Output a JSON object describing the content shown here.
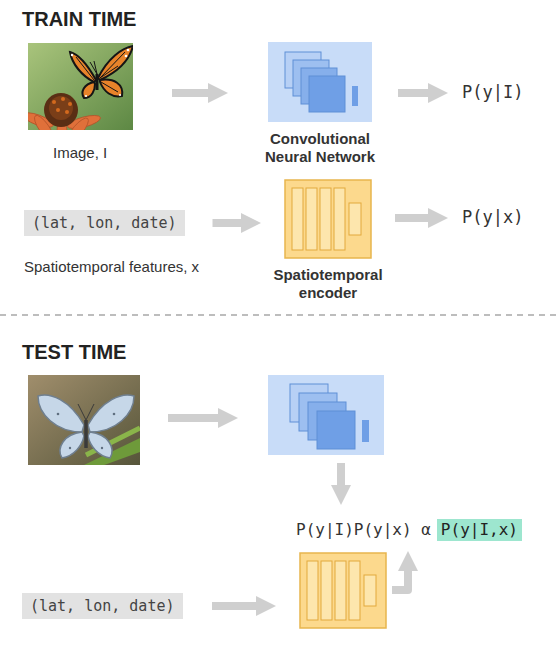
{
  "diagram": {
    "nodes": [
      {
        "text": [
          "Convolutional Neural Network"
        ]
      },
      {
        "text": [
          "(lat, lon, date)",
          "Spatiotemporal features, x"
        ]
      },
      {
        "text": [
          "Spatiotemporal encoder"
        ]
      },
      {
        "text": [
          "(lat, lon, date)"
        ]
      },
      {
        "text": [
          "P(y|I,x)"
        ]
      }
    ],
    "edges": [
      {
        "from": 1,
        "to": 2,
        "arrow": "to"
      }
    ],
    "labels": [
      "TRAIN TIME",
      "Image, I",
      "P(y|I)",
      "P(y|x)",
      "TEST TIME",
      "P(y|I)P(y|x) α"
    ]
  }
}
